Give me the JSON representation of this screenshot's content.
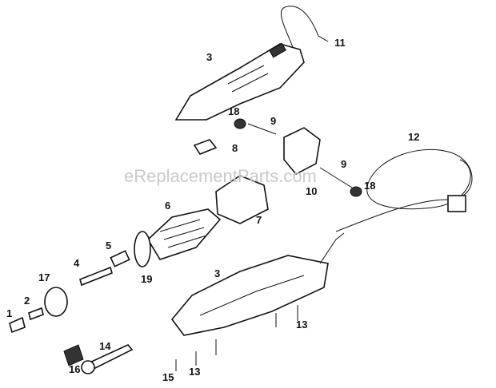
{
  "watermark": "eReplacementParts.com",
  "callouts": [
    {
      "id": "c11",
      "label": "11"
    },
    {
      "id": "c3a",
      "label": "3"
    },
    {
      "id": "c18a",
      "label": "18"
    },
    {
      "id": "c9a",
      "label": "9"
    },
    {
      "id": "c8",
      "label": "8"
    },
    {
      "id": "c12",
      "label": "12"
    },
    {
      "id": "c9b",
      "label": "9"
    },
    {
      "id": "c10",
      "label": "10"
    },
    {
      "id": "c18b",
      "label": "18"
    },
    {
      "id": "c7",
      "label": "7"
    },
    {
      "id": "c6",
      "label": "6"
    },
    {
      "id": "c5",
      "label": "5"
    },
    {
      "id": "c4",
      "label": "4"
    },
    {
      "id": "c17",
      "label": "17"
    },
    {
      "id": "c19",
      "label": "19"
    },
    {
      "id": "c3b",
      "label": "3"
    },
    {
      "id": "c2",
      "label": "2"
    },
    {
      "id": "c1",
      "label": "1"
    },
    {
      "id": "c13a",
      "label": "13"
    },
    {
      "id": "c13b",
      "label": "13"
    },
    {
      "id": "c14",
      "label": "14"
    },
    {
      "id": "c15",
      "label": "15"
    },
    {
      "id": "c16",
      "label": "16"
    }
  ]
}
